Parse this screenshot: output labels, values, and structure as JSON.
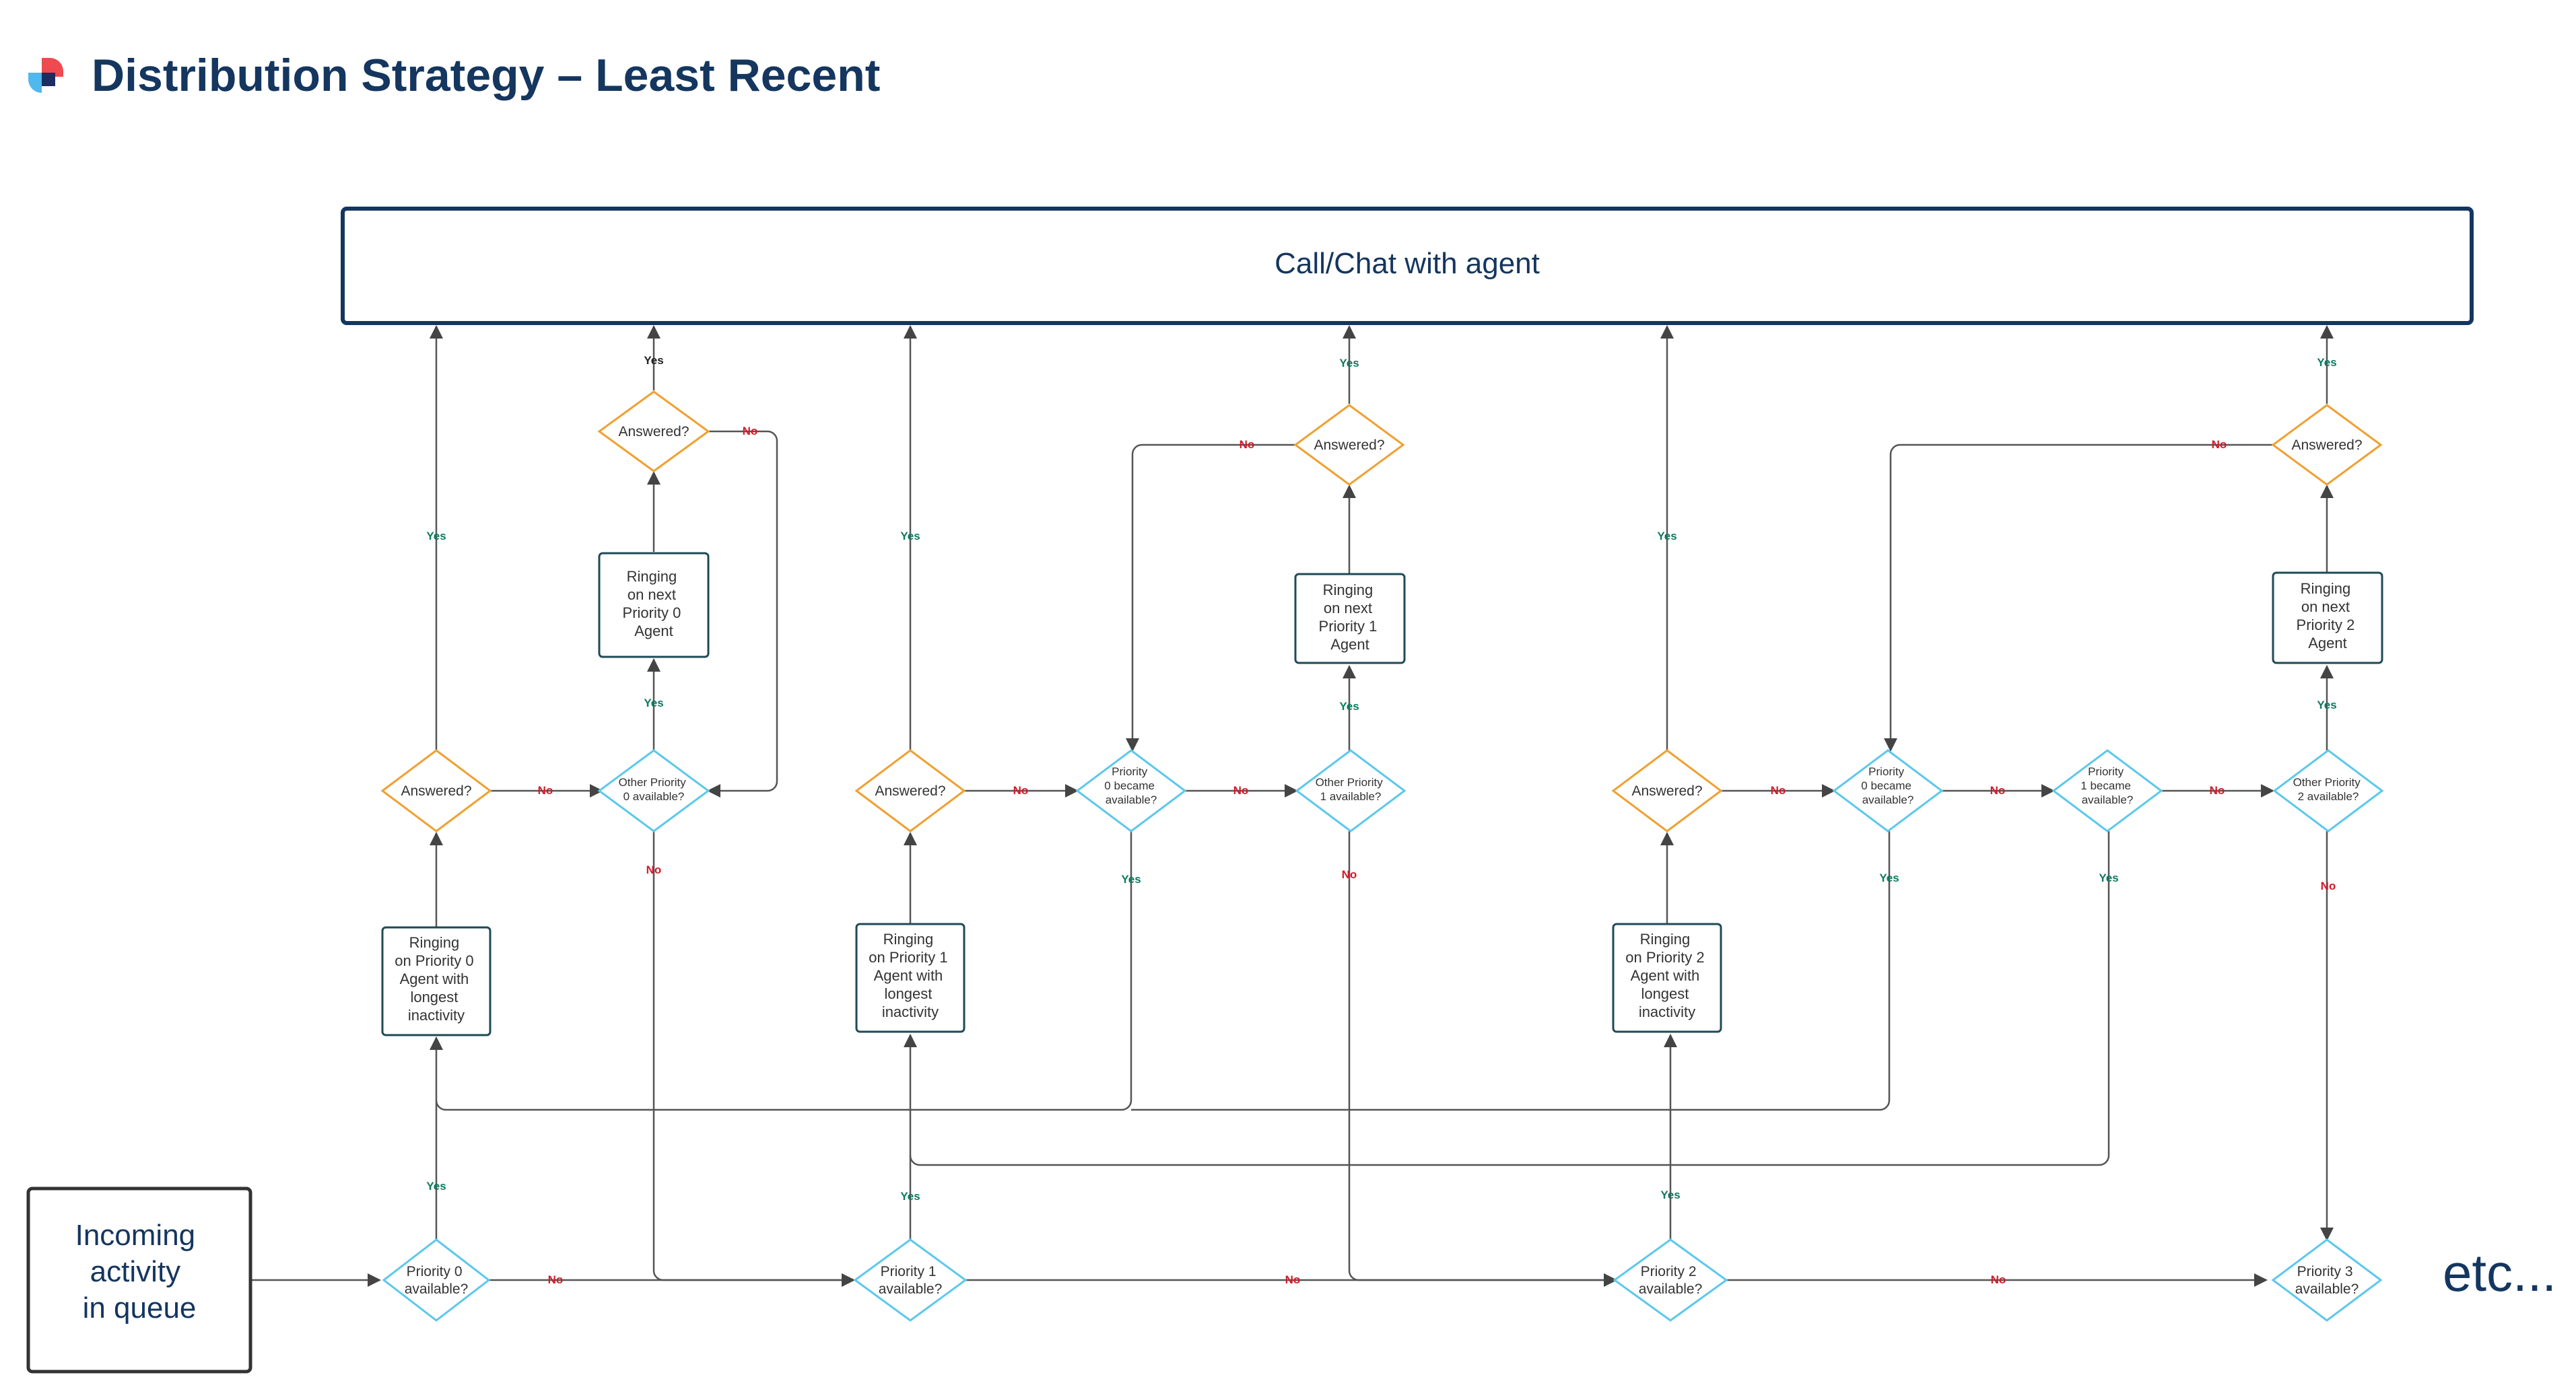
{
  "page": {
    "title": "Distribution Strategy – Least Recent",
    "logo_icon": "app-logo-icon",
    "colors": {
      "title": "#14365f",
      "box_border": "#1f4a55",
      "main_box_border": "#14365f",
      "answered_diamond": "#f0a030",
      "availability_diamond": "#5cc8ec",
      "yes": "#0d7a5f",
      "no": "#d11a2a",
      "connector": "#555555"
    }
  },
  "nodes": {
    "call_chat": {
      "label": "Call/Chat with agent"
    },
    "incoming": {
      "lines": [
        "Incoming",
        "activity",
        "in queue"
      ]
    },
    "etc": {
      "label": "etc..."
    },
    "ring_p0": {
      "lines": [
        "Ringing",
        "on Priority 0",
        "Agent with",
        "longest",
        "inactivity"
      ]
    },
    "ring_p1": {
      "lines": [
        "Ringing",
        "on Priority 1",
        "Agent with",
        "longest",
        "inactivity"
      ]
    },
    "ring_p2": {
      "lines": [
        "Ringing",
        "on Priority 2",
        "Agent with",
        "longest",
        "inactivity"
      ]
    },
    "next_p0": {
      "lines": [
        "Ringing",
        "on next",
        "Priority 0",
        "Agent"
      ]
    },
    "next_p1": {
      "lines": [
        "Ringing",
        "on next",
        "Priority 1",
        "Agent"
      ]
    },
    "next_p2": {
      "lines": [
        "Ringing",
        "on next",
        "Priority 2",
        "Agent"
      ]
    },
    "answered": {
      "label": "Answered?"
    },
    "p0_avail": {
      "lines": [
        "Priority 0",
        "available?"
      ]
    },
    "p1_avail": {
      "lines": [
        "Priority 1",
        "available?"
      ]
    },
    "p2_avail": {
      "lines": [
        "Priority 2",
        "available?"
      ]
    },
    "p3_avail": {
      "lines": [
        "Priority 3",
        "available?"
      ]
    },
    "other_p0": {
      "lines": [
        "Other Priority",
        "0 available?"
      ]
    },
    "other_p1": {
      "lines": [
        "Other Priority",
        "1 available?"
      ]
    },
    "other_p2": {
      "lines": [
        "Other Priority",
        "2 available?"
      ]
    },
    "p0_became": {
      "lines": [
        "Priority",
        "0 became",
        "available?"
      ]
    },
    "p1_became": {
      "lines": [
        "Priority",
        "1 became",
        "available?"
      ]
    }
  },
  "labels": {
    "yes": "Yes",
    "no": "No"
  }
}
